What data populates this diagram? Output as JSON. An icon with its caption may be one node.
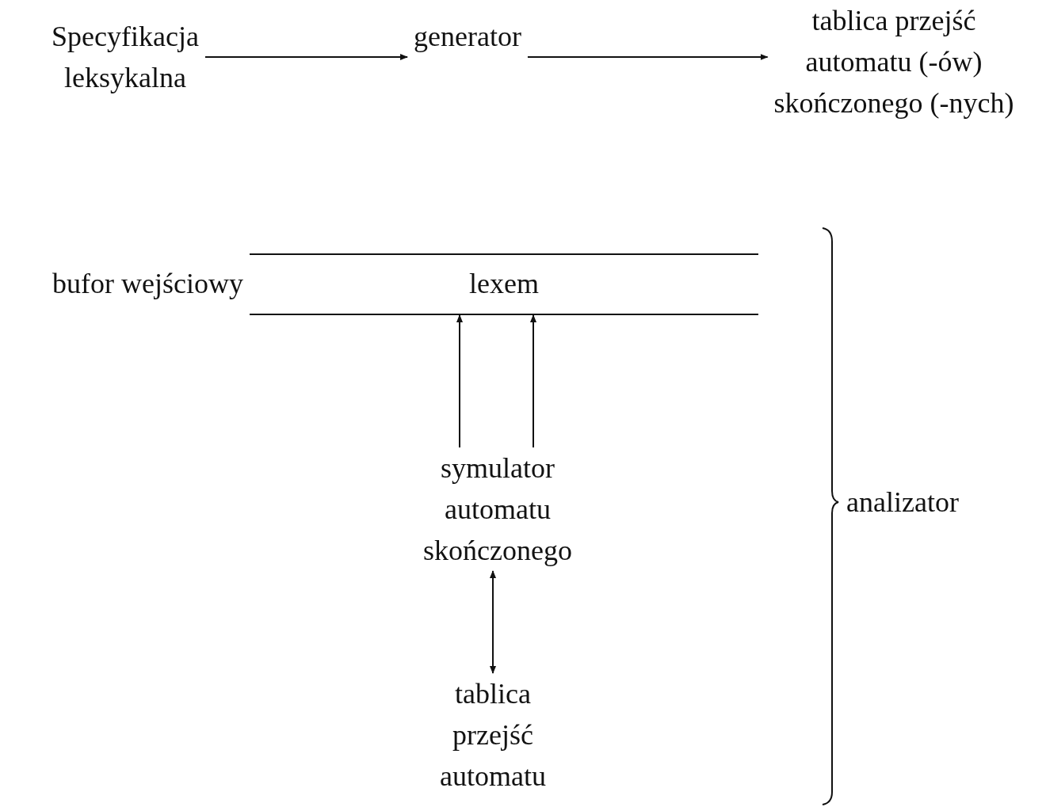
{
  "diagram": {
    "nodes": [
      {
        "text": [
          "Specyfikacja leksykalna"
        ]
      },
      {
        "text": [
          "generator"
        ]
      },
      {
        "text": [
          "tablica przejść automatu (-ów) skończonego (-nych)"
        ]
      },
      {
        "text": [
          "bufor wejściowy",
          "lexem"
        ]
      },
      {
        "text": [
          "symulator automatu skończonego"
        ]
      },
      {
        "text": [
          "tablica przejść automatu"
        ]
      }
    ],
    "edges": [
      {
        "from": 0,
        "to": 1,
        "arrow": "to"
      },
      {
        "from": 1,
        "to": 2,
        "arrow": "to"
      },
      {
        "from": 4,
        "to": 3,
        "arrow": "to"
      },
      {
        "from": 4,
        "to": 3,
        "arrow": "to"
      },
      {
        "from": 4,
        "to": 5,
        "arrow": "both"
      }
    ],
    "labels": [
      "analizator"
    ]
  }
}
